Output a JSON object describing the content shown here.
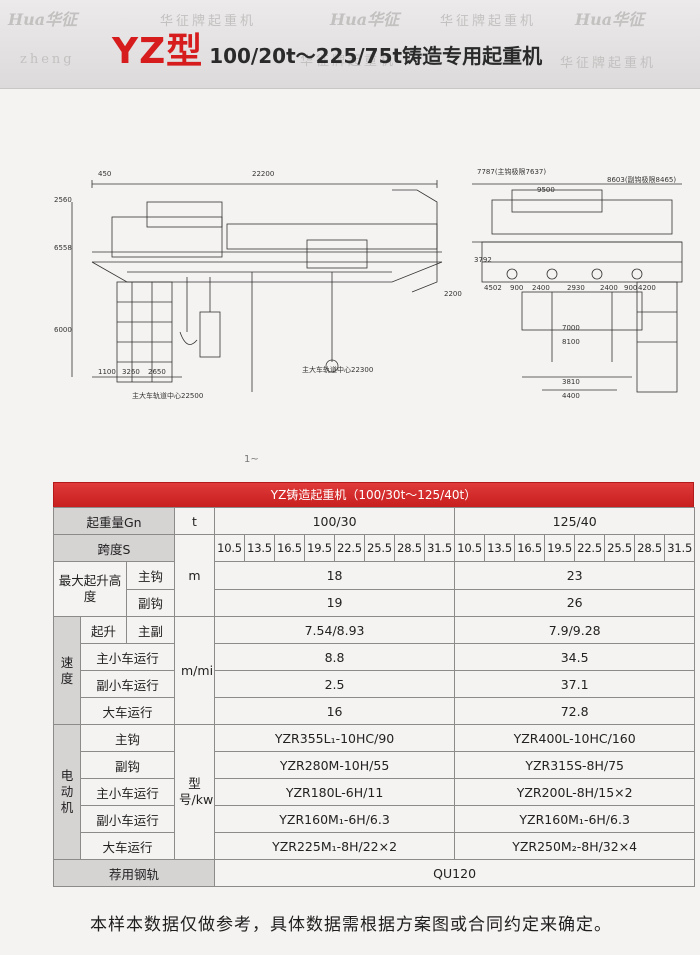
{
  "header": {
    "title_model": "YZ型",
    "title_sub": "100/20t～225/75t铸造专用起重机",
    "watermark_text": "华征牌起重机",
    "watermark_logo": "Hua华征",
    "watermark_sub": "zheng"
  },
  "drawing": {
    "left_dims": [
      "450",
      "22200",
      "2560",
      "6558",
      "6000",
      "1100",
      "3260",
      "2650",
      "2200"
    ],
    "right_dims": [
      "7787(主钩极限7637)",
      "9500",
      "8603(副钩极限8465)",
      "4502",
      "900",
      "2400",
      "2930",
      "2400",
      "900",
      "4200",
      "7000",
      "8100",
      "3810",
      "4400",
      "3792"
    ],
    "notes": [
      "主大车轨道中心22500",
      "主大车轨道中心22300"
    ]
  },
  "stray_mark": "1~",
  "table": {
    "title": "YZ铸造起重机（100/30t～125/40t）",
    "rows": {
      "capacity": {
        "label": "起重量Gn",
        "unit": "t",
        "v1": "100/30",
        "v2": "125/40"
      },
      "span": {
        "label": "跨度S",
        "unit": "m",
        "values": [
          "10.5",
          "13.5",
          "16.5",
          "19.5",
          "22.5",
          "25.5",
          "28.5",
          "31.5",
          "10.5",
          "13.5",
          "16.5",
          "19.5",
          "22.5",
          "25.5",
          "28.5",
          "31.5"
        ]
      },
      "lift_group": "最大起升高度",
      "lift_main": {
        "label": "主钩",
        "v1": "18",
        "v2": "23"
      },
      "lift_aux": {
        "label": "副钩",
        "v1": "19",
        "v2": "26"
      },
      "speed_group": "速度",
      "speed_unit": "m/min",
      "speed_hoist": {
        "label": "起升",
        "sub": "主副",
        "v1": "7.54/8.93",
        "v2": "7.9/9.28"
      },
      "speed_main_trolley": {
        "label": "主小车运行",
        "v1": "8.8",
        "v2": "34.5"
      },
      "speed_aux_trolley": {
        "label": "副小车运行",
        "v1": "2.5",
        "v2": "37.1"
      },
      "speed_crane": {
        "label": "大车运行",
        "v1": "16",
        "v2": "72.8"
      },
      "motor_group": "电动机",
      "motor_unit": "型号/kw",
      "motor_main": {
        "label": "主钩",
        "v1": "YZR355L₁-10HC/90",
        "v2": "YZR400L-10HC/160"
      },
      "motor_aux": {
        "label": "副钩",
        "v1": "YZR280M-10H/55",
        "v2": "YZR315S-8H/75"
      },
      "motor_main_trolley": {
        "label": "主小车运行",
        "v1": "YZR180L-6H/11",
        "v2": "YZR200L-8H/15×2"
      },
      "motor_aux_trolley": {
        "label": "副小车运行",
        "v1": "YZR160M₁-6H/6.3",
        "v2": "YZR160M₁-6H/6.3"
      },
      "motor_crane": {
        "label": "大车运行",
        "v1": "YZR225M₁-8H/22×2",
        "v2": "YZR250M₂-8H/32×4"
      },
      "rail": {
        "label": "荐用钢轨",
        "value": "QU120"
      }
    }
  },
  "footer": "本样本数据仅做参考，具体数据需根据方案图或合同约定来确定。",
  "colors": {
    "accent": "#d61c1c",
    "table_header": "#c81e1e",
    "gray_cell": "#d6d3d3"
  }
}
